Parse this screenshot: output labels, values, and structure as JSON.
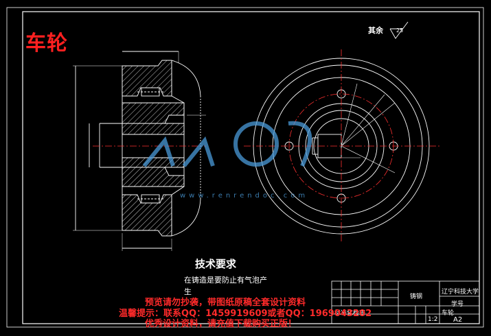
{
  "drawing_title": "车轮",
  "surface_note": "其余",
  "roughness_value": "25",
  "tech_req": {
    "title": "技术要求",
    "line1": "在铸造是要防止有气泡产",
    "line2": "生"
  },
  "watermark": {
    "site": "www.renrendoc.com"
  },
  "warnings": [
    "预览请勿抄袭，带图纸原稿全套设计资料",
    "温馨提示：联系QQ：1459919609或者QQ：1969043202",
    "优秀设计资料，请充值下载购买正版！"
  ],
  "title_block": {
    "school": "辽宁科技大学",
    "part_name": "车轮",
    "material_label": "铸钢",
    "drawing_no": "学号",
    "sheet_size": "A2",
    "scale": "1:2",
    "row_label": "标准化检查"
  },
  "colors": {
    "background": "#000000",
    "line": "#ffffff",
    "center_line": "#ff3030",
    "title_red": "#ff2020",
    "watermark": "#4a9ad8"
  }
}
